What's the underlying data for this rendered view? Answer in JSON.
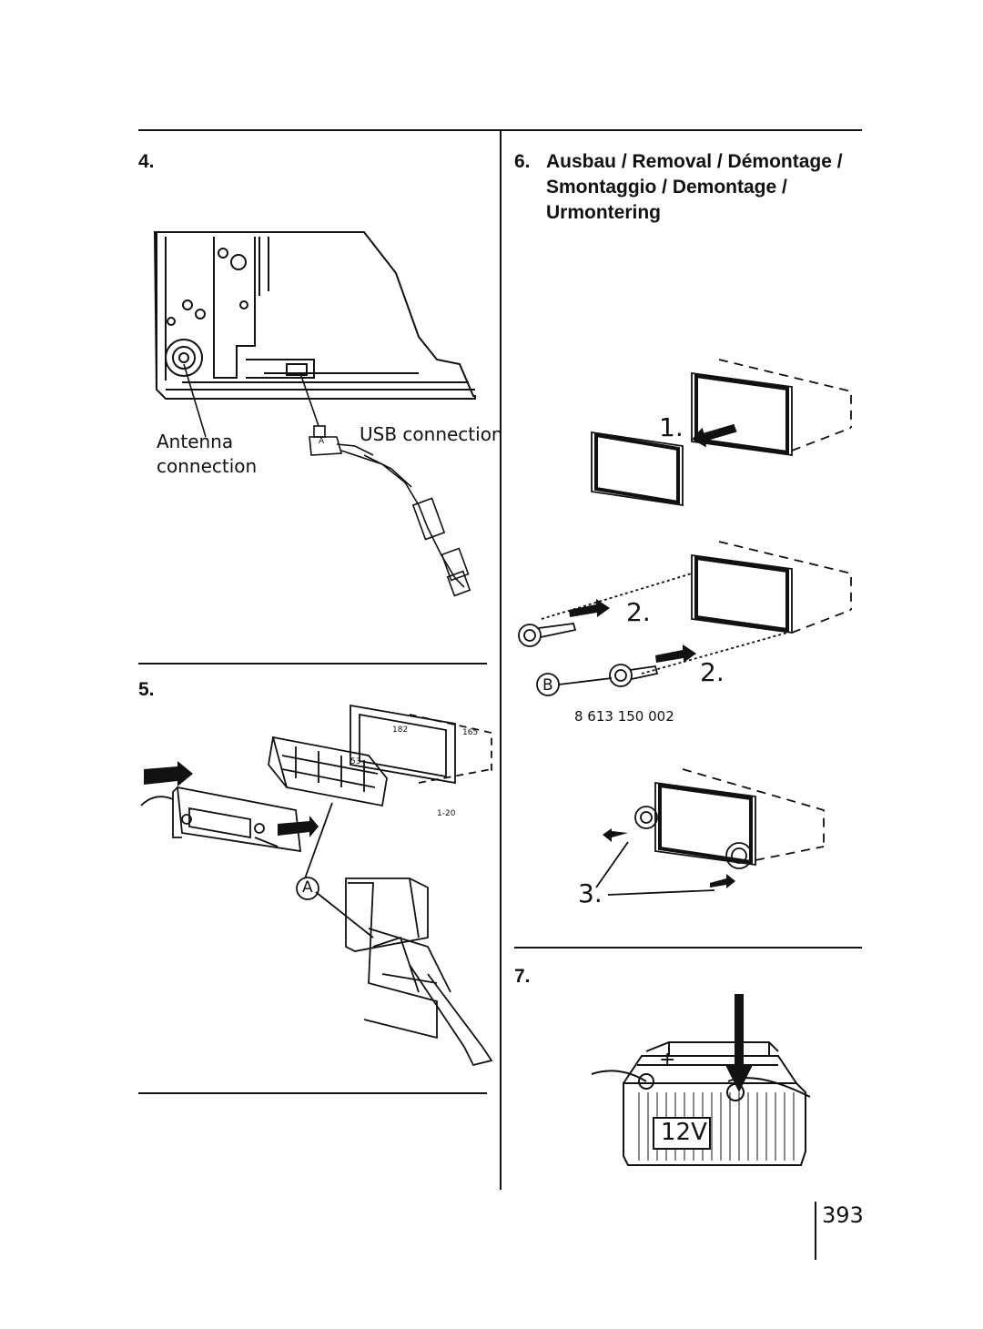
{
  "steps": {
    "s4": {
      "number": "4."
    },
    "s5": {
      "number": "5."
    },
    "s6": {
      "number": "6.",
      "title_lines": [
        "Ausbau / Removal / Démontage /",
        "Smontaggio / Demontage /",
        "Urmontering"
      ]
    },
    "s7": {
      "number": "7."
    }
  },
  "fig4": {
    "antenna_label_line1": "Antenna",
    "antenna_label_line2": "connection",
    "usb_label": "USB connection",
    "usb_plug_letter": "A"
  },
  "fig5": {
    "callout_letter": "A",
    "dim_182": "182",
    "dim_165": "165",
    "dim_53": "53",
    "dim_1_20": "1-20"
  },
  "fig6": {
    "step1": "1.",
    "step2a": "2.",
    "step2b": "2.",
    "step3": "3.",
    "tool_letter": "B",
    "tool_part_number": "8 613 150 002"
  },
  "fig7": {
    "battery_label": "12V",
    "plus_sign": "+"
  },
  "page": {
    "number": "393"
  }
}
